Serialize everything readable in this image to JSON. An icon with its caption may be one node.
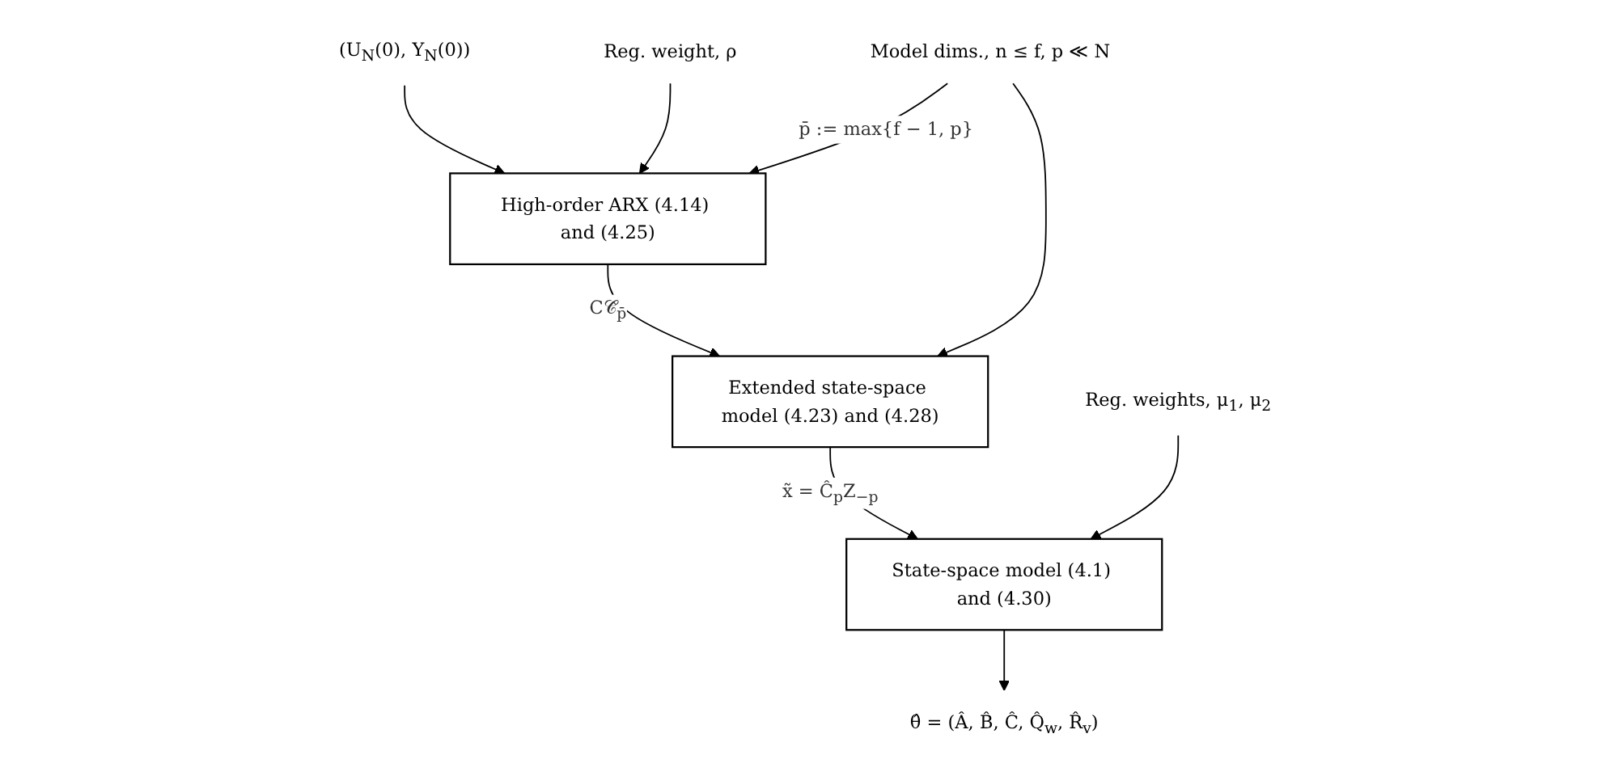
{
  "diagram": {
    "nodes": [
      {
        "text": [
          "(U$_{N}$(0), Y$_{N}$(0))"
        ]
      },
      {
        "text": [
          "High-order ARX (4.14) and (4.25)"
        ]
      },
      {
        "text": [
          "Reg. weight, ρ"
        ]
      },
      {
        "text": [
          "Model dims., n ≤ f, p ≪ N"
        ]
      },
      {
        "text": [
          "Extended state-space model (4.23) and (4.28)"
        ]
      },
      {
        "text": [
          "State-space model (4.1) and (4.30)"
        ]
      },
      {
        "text": [
          "Reg. weights, μ$_{1}$, μ$_{2}$"
        ]
      },
      {
        "text": [
          "θ̂ = (Â, B̂, Ĉ, Q̂$_{w}$, R̂$_{v}$)"
        ]
      }
    ],
    "edges": [
      {
        "from": 0,
        "to": 1,
        "arrow": "to"
      },
      {
        "from": 3,
        "to": 1,
        "arrow": "to",
        "label": "p̄ := max{f − 1, p}"
      },
      {
        "from": 2,
        "to": 1,
        "arrow": "to"
      },
      {
        "from": 1,
        "to": 4,
        "arrow": "to",
        "label": "C𝒞̂$_{p̄}$"
      },
      {
        "from": 3,
        "to": 4,
        "arrow": "to"
      },
      {
        "from": 4,
        "to": 5,
        "arrow": "to",
        "label": "x̃ = Ĉ$_{p}$Z$_{−p}$"
      },
      {
        "from": 6,
        "to": 5,
        "arrow": "to"
      },
      {
        "from": 5,
        "to": 7,
        "arrow": "to"
      }
    ]
  }
}
